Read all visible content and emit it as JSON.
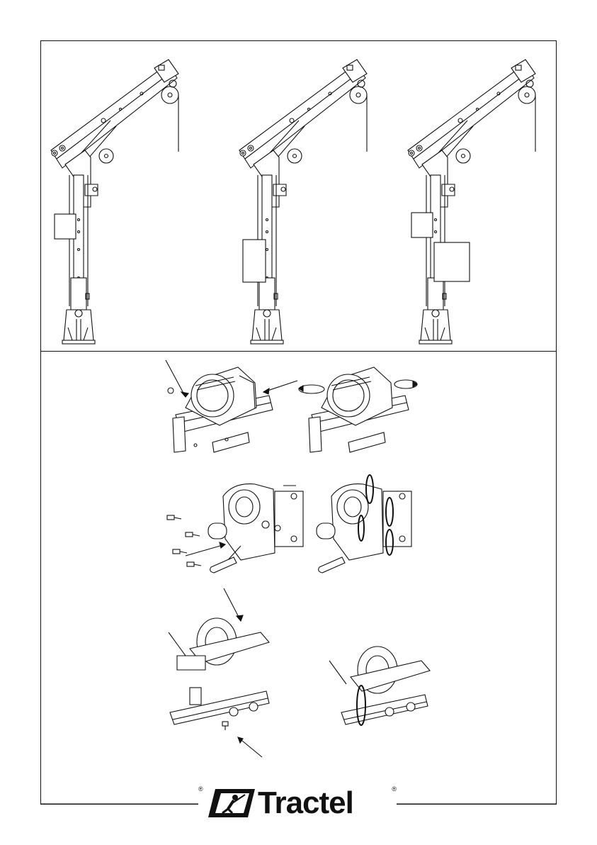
{
  "brand": {
    "name": "Tractel",
    "registered_mark": "®",
    "logo_icon": "worker-pulling-icon"
  },
  "colors": {
    "ink": "#111111",
    "paper": "#ffffff"
  },
  "figures": {
    "top_panel": [
      "davit-assembly-configuration-1",
      "davit-assembly-configuration-2",
      "davit-assembly-configuration-3"
    ],
    "bottom_panel": [
      "winch-cover-removal",
      "winch-bolt-fixing",
      "winch-bracket-mounting"
    ]
  }
}
